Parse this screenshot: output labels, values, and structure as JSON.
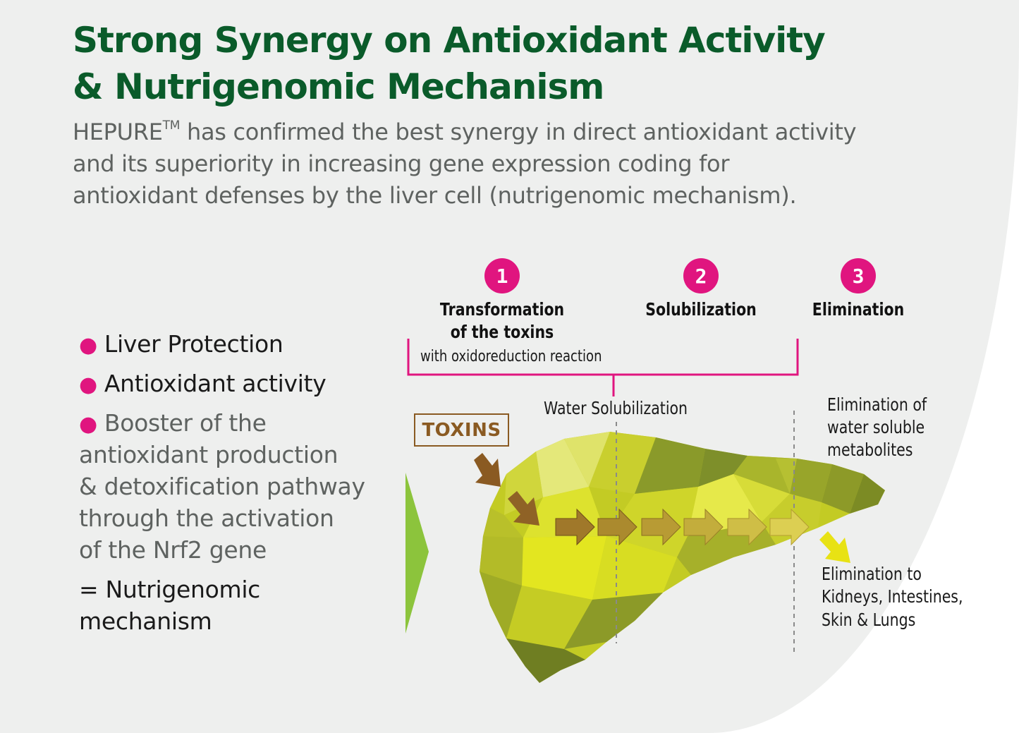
{
  "title": {
    "line1": "Strong Synergy on Antioxidant Activity",
    "line2": "& Nutrigenomic Mechanism"
  },
  "intro": {
    "brand": "HEPURE",
    "trademark": "TM",
    "line1_rest": " has confirmed the best synergy in direct antioxidant activity",
    "line2": "and its superiority in increasing gene expression coding for",
    "line3": "antioxidant defenses by the liver cell (nutrigenomic mechanism)."
  },
  "benefits": {
    "item1": "Liver Protection",
    "item2": "Antioxidant activity",
    "item3_lines": [
      "Booster of the",
      "antioxidant production",
      "& detoxification pathway",
      "through the activation",
      "of the Nrf2 gene"
    ],
    "result_line1": "= Nutrigenomic",
    "result_line2": "mechanism"
  },
  "steps": [
    {
      "number": "1",
      "label_line1": "Transformation",
      "label_line2": "of the toxins",
      "sublabel": "with oxidoreduction reaction"
    },
    {
      "number": "2",
      "label_line1": "Solubilization"
    },
    {
      "number": "3",
      "label_line1": "Elimination"
    }
  ],
  "diagram": {
    "toxins_label": "TOXINS",
    "water_solubilization": "Water Solubilization",
    "elimination_of_lines": [
      "Elimination of",
      "water soluble",
      "metabolites"
    ],
    "elimination_to_lines": [
      "Elimination to",
      "Kidneys, Intestines,",
      "Skin & Lungs"
    ]
  },
  "colors": {
    "title_green": "#0a5b2a",
    "accent_magenta": "#e0157f",
    "toxin_brown": "#8a5a22",
    "liver_yellow": "#d8de2a",
    "liver_olive": "#8a9a2a",
    "pointer_green": "#8cc43c",
    "background": "#eeefee"
  }
}
